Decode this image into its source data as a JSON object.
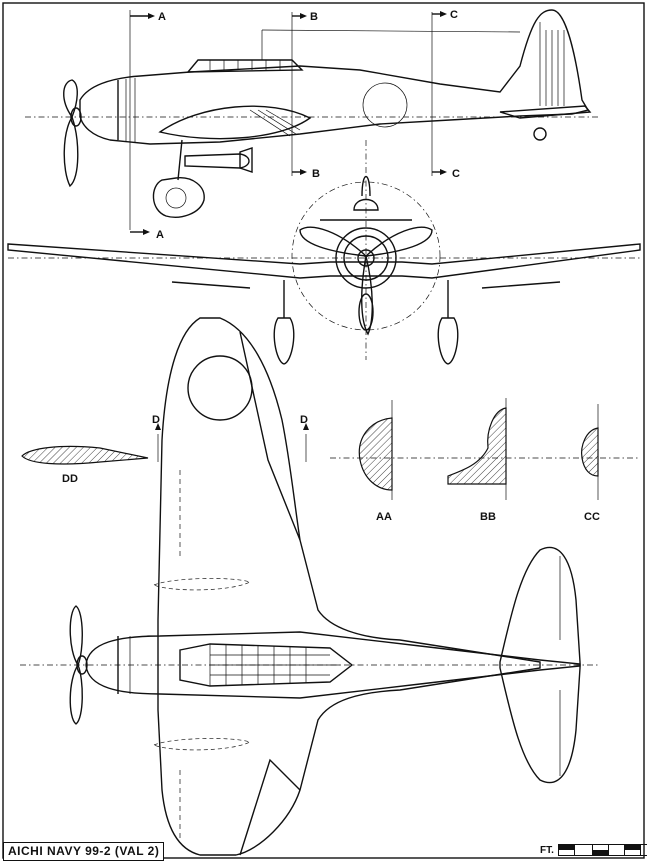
{
  "title_block": {
    "text": "AICHI  NAVY  99-2  (VAL 2)"
  },
  "scale": {
    "label": "FT.",
    "segments": 6
  },
  "section_markers": {
    "a_top": "A",
    "a_bottom": "A",
    "b_top": "B",
    "b_bottom": "B",
    "c_top": "C",
    "c_bottom": "C",
    "d_left": "D",
    "d_right": "D"
  },
  "section_labels": {
    "aa": "AA",
    "bb": "BB",
    "cc": "CC",
    "dd": "DD"
  },
  "views": [
    "side-view",
    "front-view",
    "plan-view",
    "wing-section-dd",
    "fuselage-sections"
  ],
  "colors": {
    "ink": "#111111",
    "paper": "#ffffff"
  }
}
